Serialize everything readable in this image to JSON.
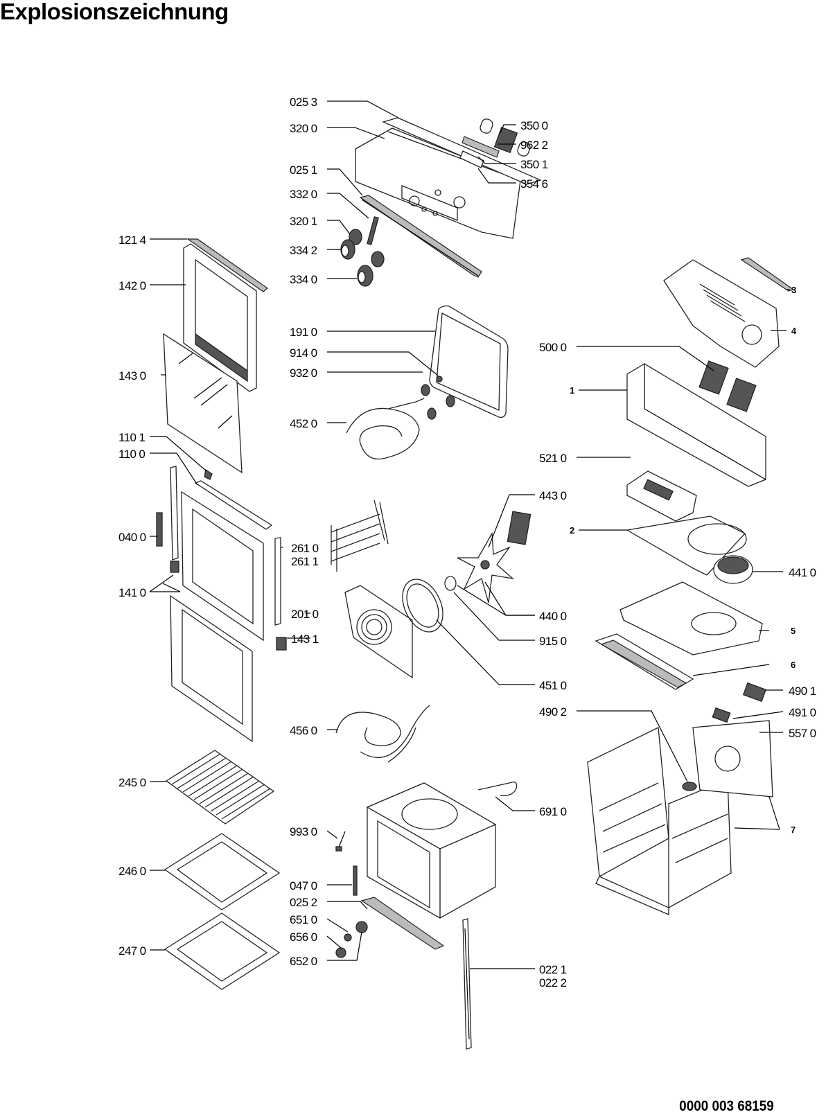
{
  "title": "Explosionszeichnung",
  "document_id": "0000 003 68159",
  "labels": {
    "l0253": "025 3",
    "l3200": "320 0",
    "l0251": "025 1",
    "l3320": "332 0",
    "l3201": "320 1",
    "l3342": "334 2",
    "l3340": "334 0",
    "l1214": "121 4",
    "l1420": "142 0",
    "l1910": "191 0",
    "l9140": "914 0",
    "l9320": "932 0",
    "l1430": "143 0",
    "l4520": "452 0",
    "l1101": "110 1",
    "l1100": "110 0",
    "l0400": "040 0",
    "l2610": "261 0",
    "l2611": "261 1",
    "l1410": "141 0",
    "l2010": "201 0",
    "l1431": "143 1",
    "l4560": "456 0",
    "l2450": "245 0",
    "l9930": "993 0",
    "l2460": "246 0",
    "l0470": "047 0",
    "l0252": "025 2",
    "l6510": "651 0",
    "l6560": "656 0",
    "l6520": "652 0",
    "l2470": "247 0",
    "l3500": "350 0",
    "l9622": "962 2",
    "l3501": "350 1",
    "l3546": "354 6",
    "r3": "3",
    "r4": "4",
    "l5000": "500 0",
    "r1": "1",
    "l5210": "521 0",
    "l4430": "443 0",
    "r2": "2",
    "l4410": "441 0",
    "l4400": "440 0",
    "l9150": "915 0",
    "r5": "5",
    "r6": "6",
    "l4510": "451 0",
    "l4901": "490 1",
    "l4902": "490 2",
    "l4910": "491 0",
    "l5570": "557 0",
    "l6910": "691 0",
    "r7": "7",
    "l0221": "022 1",
    "l0222": "022 2"
  }
}
